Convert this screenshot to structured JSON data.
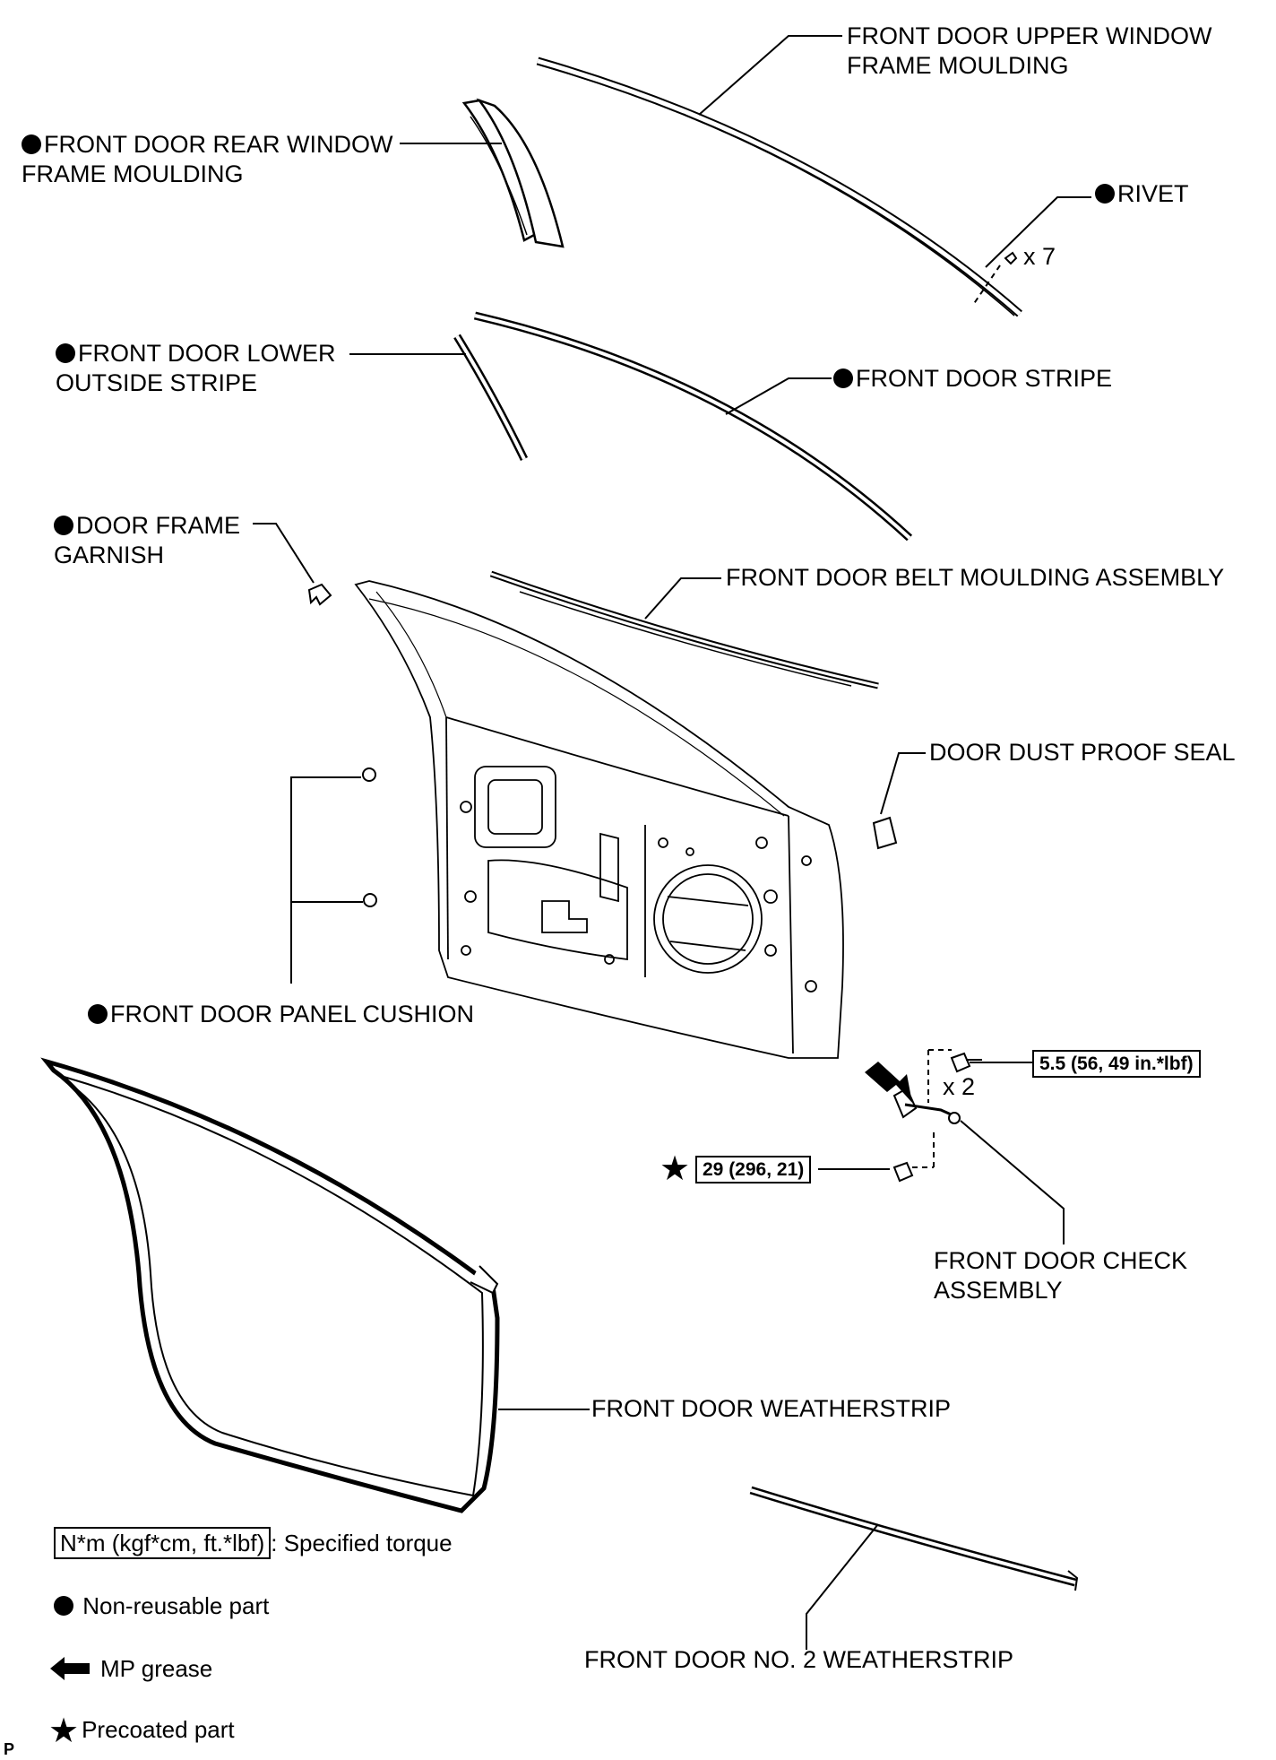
{
  "labels": {
    "upper_window_frame_moulding": "FRONT DOOR UPPER WINDOW\nFRAME MOULDING",
    "rear_window_frame_moulding": "FRONT DOOR REAR WINDOW\nFRAME MOULDING",
    "rivet": "RIVET",
    "rivet_qty": "x 7",
    "lower_outside_stripe": "FRONT DOOR LOWER\nOUTSIDE STRIPE",
    "front_door_stripe": "FRONT DOOR STRIPE",
    "door_frame_garnish": "DOOR FRAME\nGARNISH",
    "belt_moulding_assembly": "FRONT DOOR BELT MOULDING ASSEMBLY",
    "dust_proof_seal": "DOOR DUST PROOF SEAL",
    "panel_cushion": "FRONT DOOR PANEL CUSHION",
    "bolt_qty": "x 2",
    "check_assembly": "FRONT DOOR CHECK\nASSEMBLY",
    "weatherstrip": "FRONT DOOR WEATHERSTRIP",
    "no2_weatherstrip": "FRONT DOOR NO. 2 WEATHERSTRIP"
  },
  "torques": {
    "check_bolt": "5.5 (56, 49 in.*lbf)",
    "check_nut": "29 (296, 21)"
  },
  "legend": {
    "torque_box": "N*m (kgf*cm, ft.*lbf)",
    "torque_desc": ": Specified torque",
    "non_reusable": "Non-reusable part",
    "mp_grease": "MP grease",
    "precoated": "Precoated part"
  },
  "corner_mark": "P",
  "icons": {
    "non_reusable": "filled-circle-icon",
    "mp_grease": "left-arrow-icon",
    "precoated": "star-icon"
  }
}
